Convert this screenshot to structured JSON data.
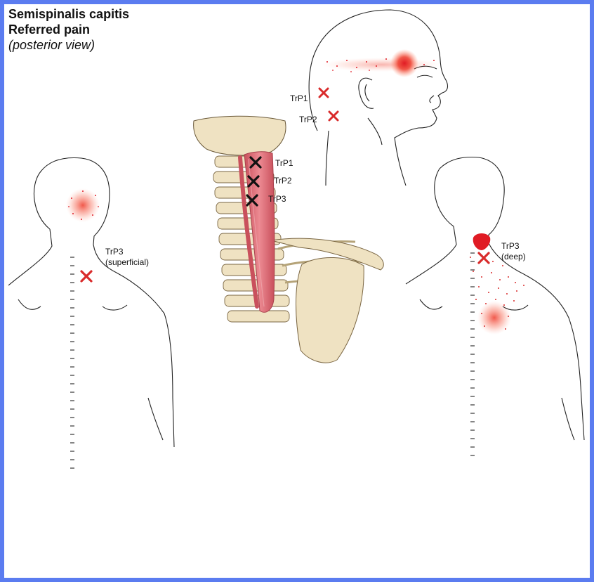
{
  "figure": {
    "title": "Semispinalis capitis",
    "subtitle": "Referred pain",
    "view": "(posterior view)"
  },
  "labels": {
    "head_trp1": "TrP1",
    "head_trp2": "TrP2",
    "spine_trp1": "TrP1",
    "spine_trp2": "TrP2",
    "spine_trp3": "TrP3",
    "left_trp3": "TrP3",
    "left_trp3_sub": "(superficial)",
    "right_trp3": "TrP3",
    "right_trp3_sub": "(deep)"
  },
  "colors": {
    "frame": "#5b7cf0",
    "pain": "#e01b24",
    "marker_red": "#d92b2b",
    "marker_black": "#111111",
    "bone": "#efe2c2",
    "muscle": "#e0707a"
  }
}
